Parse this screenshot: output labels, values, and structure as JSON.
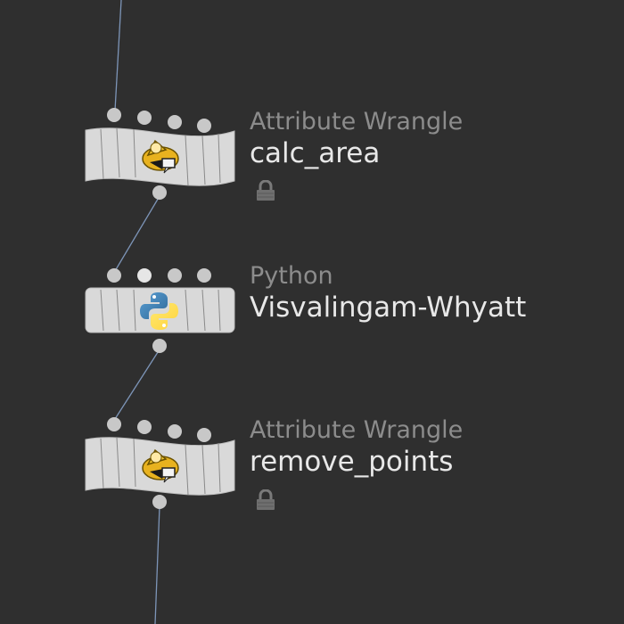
{
  "colors": {
    "background": "#2f2f2f",
    "wire": "#7d95b8",
    "node_body": "#d9d9d9",
    "port": "#c8c8c8",
    "port_highlight": "#e6e6e6",
    "type_text": "#8c8c8c",
    "name_text": "#e8e8e8",
    "lock": "#7a7a7a"
  },
  "nodes": [
    {
      "type_label": "Attribute Wrangle",
      "name": "calc_area",
      "shape": "wrangle",
      "icon": "wrangle-wizard-icon",
      "locked": true
    },
    {
      "type_label": "Python",
      "name": "Visvalingam-Whyatt",
      "shape": "box",
      "icon": "python-logo-icon",
      "locked": false
    },
    {
      "type_label": "Attribute Wrangle",
      "name": "remove_points",
      "shape": "wrangle",
      "icon": "wrangle-wizard-icon",
      "locked": true
    }
  ]
}
